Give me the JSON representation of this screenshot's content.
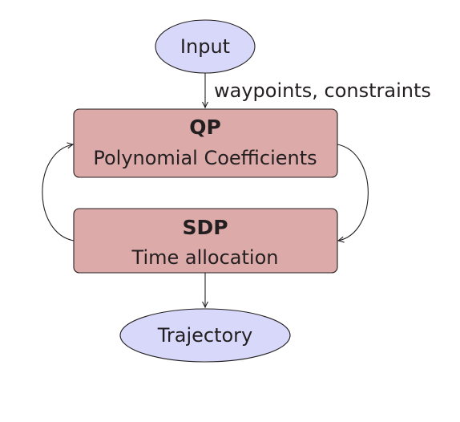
{
  "nodes": {
    "input": {
      "label": "Input"
    },
    "qp": {
      "title": "QP",
      "subtitle": "Polynomial Coefficients"
    },
    "sdp": {
      "title": "SDP",
      "subtitle": "Time allocation"
    },
    "trajectory": {
      "label": "Trajectory"
    }
  },
  "edges": {
    "input_to_qp": {
      "label": "waypoints, constraints"
    }
  },
  "colors": {
    "ellipse_fill": "#d8d8fb",
    "box_fill": "#dcaaa9",
    "stroke": "#231f20"
  }
}
